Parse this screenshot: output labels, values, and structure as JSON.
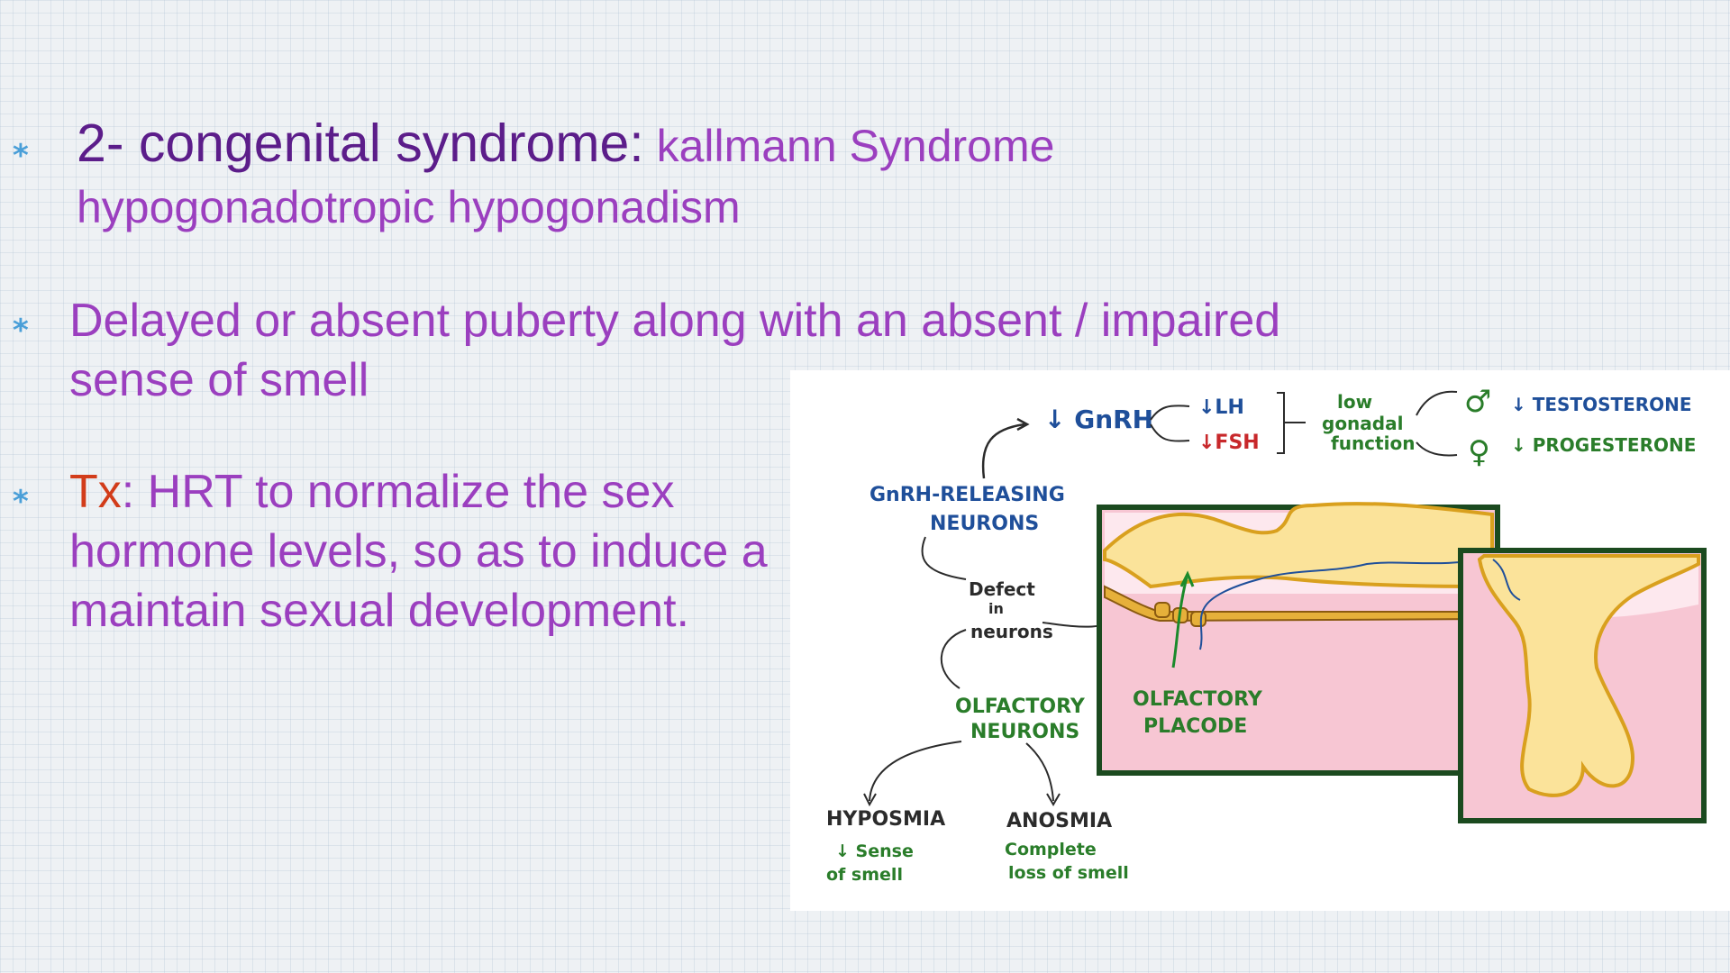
{
  "bullets": [
    {
      "id": "b1",
      "line1_main": "2- congenital syndrome:",
      "line1_rest": " kallmann   Syndrome",
      "line2": "hypogonadotropic hypogonadism"
    },
    {
      "id": "b2",
      "line1": "Delayed or absent puberty along with an absent / impaired",
      "line2": "sense of smell"
    },
    {
      "id": "b3",
      "label": "Tx",
      "label_sep": ":",
      "line1_rest": "   HRT to normalize the sex",
      "line2": "hormone levels, so as to induce a",
      "line3": "maintain sexual development."
    }
  ],
  "figure": {
    "gnrh": "↓ GnRH",
    "lh": "↓LH",
    "fsh": "↓FSH",
    "low": "low",
    "gonadal": "gonadal",
    "function": "function",
    "testosterone": "↓ TESTOSTERONE",
    "progesterone": "↓ PROGESTERONE",
    "male_symbol": "♂",
    "female_symbol": "♀",
    "gnrh_neurons_1": "GnRH-RELEASING",
    "gnrh_neurons_2": "NEURONS",
    "defect_1": "Defect",
    "defect_2": "in",
    "defect_3": "neurons",
    "olfactory_neurons_1": "OLFACTORY",
    "olfactory_neurons_2": "NEURONS",
    "placode_1": "OLFACTORY",
    "placode_2": "PLACODE",
    "hyposmia": "HYPOSMIA",
    "hyposmia_desc_1": "↓ Sense",
    "hyposmia_desc_2": "of smell",
    "anosmia": "ANOSMIA",
    "anosmia_desc_1": "Complete",
    "anosmia_desc_2": "loss of smell"
  },
  "colors": {
    "bullet": "#4a9fd8",
    "purple_text": "#9b3fbf",
    "dark_purple_text": "#5c1d8a",
    "red_text": "#d23c1a",
    "blue_label": "#1f4f9a",
    "green_label": "#2a7d2a",
    "red_label": "#c8282b"
  }
}
